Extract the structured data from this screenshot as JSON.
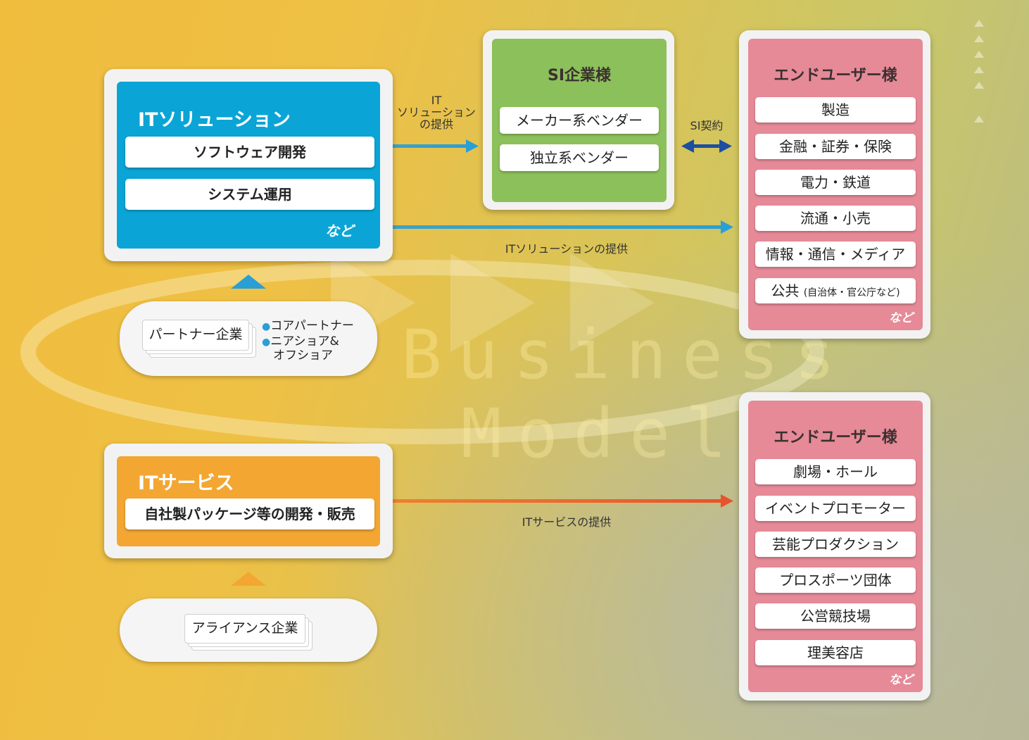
{
  "watermark": {
    "line1": "Business",
    "line2": "Model"
  },
  "it_solution": {
    "title": "ITソリューション",
    "items": [
      "ソフトウェア開発",
      "システム運用"
    ],
    "etc": "など"
  },
  "it_service": {
    "title": "ITサービス",
    "items": [
      "自社製パッケージ等の開発・販売"
    ]
  },
  "si": {
    "title": "SI企業様",
    "items": [
      "メーカー系ベンダー",
      "独立系ベンダー"
    ]
  },
  "end_user_1": {
    "title": "エンドユーザー様",
    "items": [
      "製造",
      "金融・証券・保険",
      "電力・鉄道",
      "流通・小売",
      "情報・通信・メディア"
    ],
    "public_main": "公共",
    "public_note": "(自治体・官公庁など)",
    "etc": "など"
  },
  "end_user_2": {
    "title": "エンドユーザー様",
    "items": [
      "劇場・ホール",
      "イベントプロモーター",
      "芸能プロダクション",
      "プロスポーツ団体",
      "公営競技場",
      "理美容店"
    ],
    "etc": "など"
  },
  "arrows": {
    "it_to_si_lines": [
      "IT",
      "ソリューション",
      "の提供"
    ],
    "si_contract": "SI契約",
    "it_solution_provide": "ITソリューションの提供",
    "it_service_provide": "ITサービスの提供"
  },
  "partner": {
    "label": "パートナー企業",
    "bullet1": "コアパートナー",
    "bullet2_line1": "ニアショア&",
    "bullet2_line2": "オフショア"
  },
  "alliance": {
    "label": "アライアンス企業"
  },
  "colors": {
    "blue": "#0aa5d6",
    "green": "#8cc05a",
    "pink": "#e68a98",
    "orange": "#f3a632",
    "arrow_blue": "#2a9fd6",
    "arrow_orange": "#f07b2a"
  }
}
